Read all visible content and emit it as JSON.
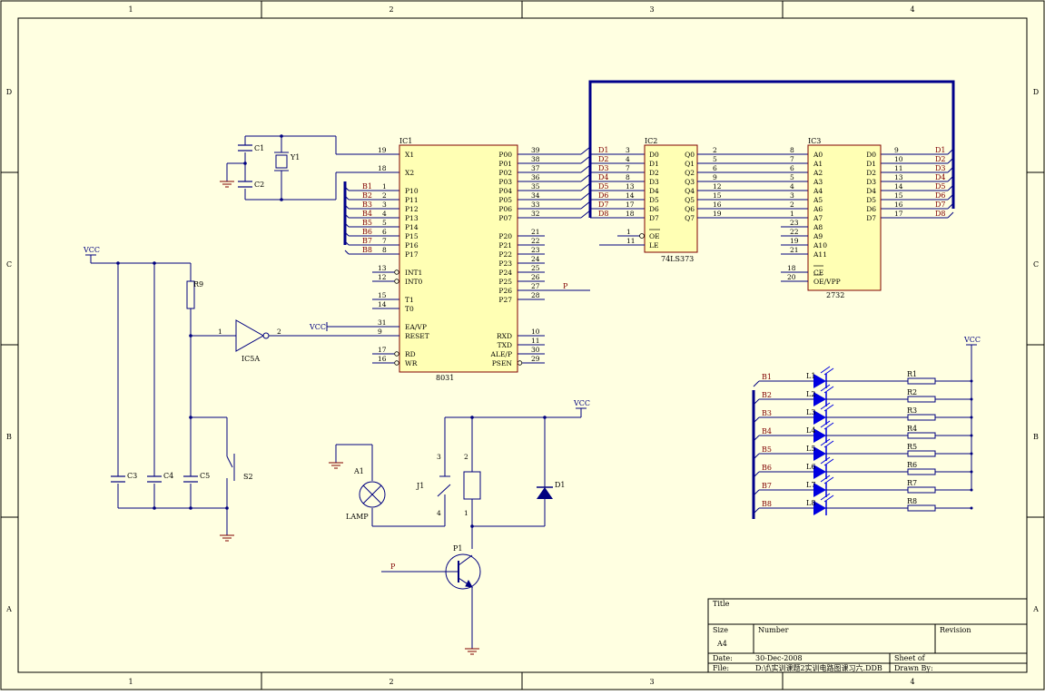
{
  "frame": {
    "column_labels": [
      "1",
      "2",
      "3",
      "4"
    ],
    "row_labels": [
      "D",
      "C",
      "B",
      "A"
    ]
  },
  "components": {
    "ic1": {
      "ref": "IC1",
      "type": "8031",
      "left_pins": [
        {
          "name": "X1",
          "num": "19"
        },
        {
          "name": "X2",
          "num": "18"
        },
        {
          "name": "P10",
          "num": "1"
        },
        {
          "name": "P11",
          "num": "2"
        },
        {
          "name": "P12",
          "num": "3"
        },
        {
          "name": "P13",
          "num": "4"
        },
        {
          "name": "P14",
          "num": "5"
        },
        {
          "name": "P15",
          "num": "6"
        },
        {
          "name": "P16",
          "num": "7"
        },
        {
          "name": "P17",
          "num": "8"
        },
        {
          "name": "INT1",
          "num": "13"
        },
        {
          "name": "INT0",
          "num": "12"
        },
        {
          "name": "T1",
          "num": "15"
        },
        {
          "name": "T0",
          "num": "14"
        },
        {
          "name": "EA/VP",
          "num": "31"
        },
        {
          "name": "RESET",
          "num": "9"
        },
        {
          "name": "RD",
          "num": "17"
        },
        {
          "name": "WR",
          "num": "16"
        }
      ],
      "right_pins": [
        {
          "name": "P00",
          "num": "39"
        },
        {
          "name": "P01",
          "num": "38"
        },
        {
          "name": "P02",
          "num": "37"
        },
        {
          "name": "P03",
          "num": "36"
        },
        {
          "name": "P04",
          "num": "35"
        },
        {
          "name": "P05",
          "num": "34"
        },
        {
          "name": "P06",
          "num": "33"
        },
        {
          "name": "P07",
          "num": "32"
        },
        {
          "name": "P20",
          "num": "21"
        },
        {
          "name": "P21",
          "num": "22"
        },
        {
          "name": "P22",
          "num": "23"
        },
        {
          "name": "P23",
          "num": "24"
        },
        {
          "name": "P24",
          "num": "25"
        },
        {
          "name": "P25",
          "num": "26"
        },
        {
          "name": "P26",
          "num": "27"
        },
        {
          "name": "P27",
          "num": "28"
        },
        {
          "name": "RXD",
          "num": "10"
        },
        {
          "name": "TXD",
          "num": "11"
        },
        {
          "name": "ALE/P",
          "num": "30"
        },
        {
          "name": "PSEN",
          "num": "29"
        }
      ]
    },
    "ic2": {
      "ref": "IC2",
      "type": "74LS373",
      "d_pins": [
        {
          "name": "D0",
          "num": "3"
        },
        {
          "name": "D1",
          "num": "4"
        },
        {
          "name": "D2",
          "num": "7"
        },
        {
          "name": "D3",
          "num": "8"
        },
        {
          "name": "D4",
          "num": "13"
        },
        {
          "name": "D5",
          "num": "14"
        },
        {
          "name": "D6",
          "num": "17"
        },
        {
          "name": "D7",
          "num": "18"
        }
      ],
      "q_pins": [
        {
          "name": "Q0",
          "num": "2"
        },
        {
          "name": "Q1",
          "num": "5"
        },
        {
          "name": "Q2",
          "num": "6"
        },
        {
          "name": "Q3",
          "num": "9"
        },
        {
          "name": "Q4",
          "num": "12"
        },
        {
          "name": "Q5",
          "num": "15"
        },
        {
          "name": "Q6",
          "num": "16"
        },
        {
          "name": "Q7",
          "num": "19"
        }
      ],
      "ctrl_pins": [
        {
          "name": "OE",
          "num": "1"
        },
        {
          "name": "LE",
          "num": "11"
        }
      ]
    },
    "ic3": {
      "ref": "IC3",
      "type": "2732",
      "a_pins": [
        {
          "name": "A0",
          "num": "8"
        },
        {
          "name": "A1",
          "num": "7"
        },
        {
          "name": "A2",
          "num": "6"
        },
        {
          "name": "A3",
          "num": "5"
        },
        {
          "name": "A4",
          "num": "4"
        },
        {
          "name": "A5",
          "num": "3"
        },
        {
          "name": "A6",
          "num": "2"
        },
        {
          "name": "A7",
          "num": "1"
        },
        {
          "name": "A8",
          "num": "23"
        },
        {
          "name": "A9",
          "num": "22"
        },
        {
          "name": "A10",
          "num": "19"
        },
        {
          "name": "A11",
          "num": "21"
        }
      ],
      "ctrl_pins": [
        {
          "name": "CE",
          "num": "18"
        },
        {
          "name": "OE/VPP",
          "num": "20"
        }
      ],
      "d_pins": [
        {
          "name": "D0",
          "num": "9"
        },
        {
          "name": "D1",
          "num": "10"
        },
        {
          "name": "D2",
          "num": "11"
        },
        {
          "name": "D3",
          "num": "13"
        },
        {
          "name": "D4",
          "num": "14"
        },
        {
          "name": "D5",
          "num": "15"
        },
        {
          "name": "D6",
          "num": "16"
        },
        {
          "name": "D7",
          "num": "17"
        }
      ]
    },
    "ic5a": {
      "ref": "IC5A",
      "pin_in": "1",
      "pin_out": "2"
    },
    "c1": "C1",
    "c2": "C2",
    "y1": "Y1",
    "c3": "C3",
    "c4": "C4",
    "c5": "C5",
    "r9": "R9",
    "s2": "S2",
    "a1": "A1",
    "lamp": "LAMP",
    "j1": {
      "ref": "J1",
      "pins": [
        "3",
        "4",
        "2",
        "1"
      ]
    },
    "d1": "D1",
    "p1": "P1"
  },
  "nets": {
    "vcc": "VCC",
    "p": "P",
    "b_labels": [
      "B1",
      "B2",
      "B3",
      "B4",
      "B5",
      "B6",
      "B7",
      "B8"
    ],
    "d_left": [
      "D1",
      "D2",
      "D3",
      "D4",
      "D5",
      "D6",
      "D7",
      "D8"
    ],
    "d_right": [
      "D1",
      "D2",
      "D3",
      "D4",
      "D5",
      "D6",
      "D7",
      "D8"
    ]
  },
  "led_bank": {
    "leds": [
      "L1",
      "L2",
      "L3",
      "L4",
      "L5",
      "L6",
      "L7",
      "L8"
    ],
    "resistors": [
      "R1",
      "R2",
      "R3",
      "R4",
      "R5",
      "R6",
      "R7",
      "R8"
    ]
  },
  "title_block": {
    "title_label": "Title",
    "size_label": "Size",
    "size_value": "A4",
    "number_label": "Number",
    "revision_label": "Revision",
    "date_label": "Date:",
    "date_value": "30-Dec-2008",
    "sheet_label": "Sheet    of",
    "file_label": "File:",
    "file_value": "D:\\f\\实训课题2实训电路图课习六.DDB",
    "drawn_label": "Drawn By:"
  },
  "colors": {
    "paper": "#FFFFE1",
    "wire": "#000080",
    "bus": "#00008B",
    "part_fill": "#FFFFB4",
    "part_border": "#800000",
    "net_label": "#800000",
    "led": "#0000E0",
    "ground": "#800000"
  }
}
